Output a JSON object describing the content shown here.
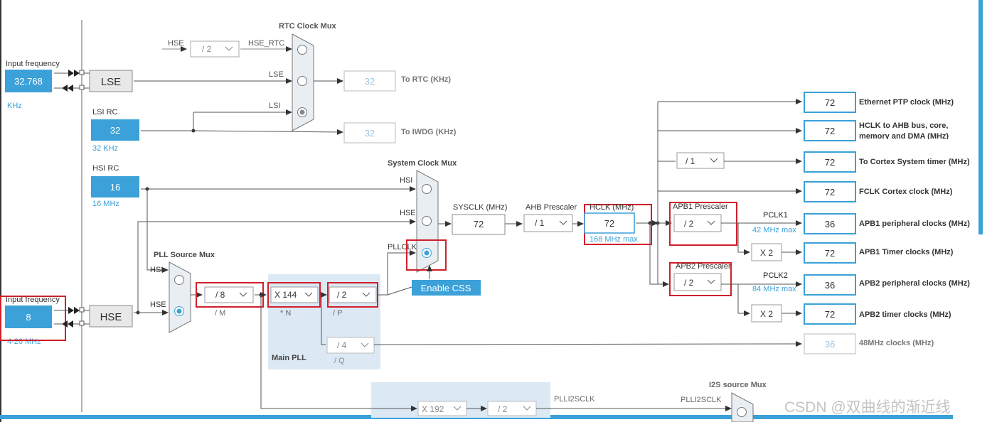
{
  "colors": {
    "accent": "#3ba1d8",
    "line": "#555555",
    "highlight": "#d01f2a",
    "panel": "#dce9f5",
    "mux_fill": "#e8eef2",
    "text_dark": "#333333"
  },
  "lse": {
    "freq_label": "Input frequency",
    "freq_value": "32.768",
    "unit": "KHz",
    "block": "LSE"
  },
  "lsi": {
    "title": "LSI RC",
    "value": "32",
    "unit": "32 KHz"
  },
  "hsi": {
    "title": "HSI RC",
    "value": "16",
    "unit": "16 MHz"
  },
  "hse": {
    "freq_label": "Input frequency",
    "freq_value": "8",
    "range": "4-26 MHz",
    "block": "HSE"
  },
  "rtc": {
    "mux_title": "RTC Clock Mux",
    "hse_label": "HSE",
    "div_value": "/ 2",
    "hse_rtc": "HSE_RTC",
    "lse_label": "LSE",
    "lsi_label": "LSI",
    "rtc_value": "32",
    "rtc_label": "To RTC (KHz)",
    "iwdg_value": "32",
    "iwdg_label": "To IWDG (KHz)"
  },
  "pll": {
    "source_mux_title": "PLL Source Mux",
    "hsi_label": "HSI",
    "hse_label": "HSE",
    "m_value": "/ 8",
    "m_label": "/ M",
    "n_value": "X 144",
    "n_label": "* N",
    "p_value": "/ 2",
    "p_label": "/ P",
    "q_value": "/ 4",
    "q_label": "/ Q",
    "main_label": "Main PLL"
  },
  "sysclk": {
    "mux_title": "System Clock Mux",
    "hsi_label": "HSI",
    "hse_label": "HSE",
    "pllclk_label": "PLLCLK",
    "enable_css": "Enable CSS",
    "sysclk_title": "SYSCLK (MHz)",
    "sysclk_value": "72",
    "ahb_title": "AHB Prescaler",
    "ahb_value": "/ 1",
    "hclk_title": "HCLK (MHz)",
    "hclk_value": "72",
    "hclk_max": "168 MHz max"
  },
  "apb": {
    "apb1_title": "APB1 Prescaler",
    "apb1_value": "/ 2",
    "pclk1": "PCLK1",
    "pclk1_max": "42 MHz max",
    "apb2_title": "APB2 Prescaler",
    "apb2_value": "/ 2",
    "pclk2": "PCLK2",
    "pclk2_max": "84 MHz max",
    "x2a": "X 2",
    "x2b": "X 2",
    "cortex_div": "/ 1"
  },
  "outputs": [
    {
      "value": "72",
      "label": "Ethernet PTP clock (MHz)"
    },
    {
      "value": "72",
      "label": "HCLK to AHB bus, core,",
      "label2": "memory and DMA (MHz)"
    },
    {
      "value": "72",
      "label": "To Cortex System timer (MHz)"
    },
    {
      "value": "72",
      "label": "FCLK Cortex clock (MHz)"
    },
    {
      "value": "36",
      "label": "APB1 peripheral clocks (MHz)"
    },
    {
      "value": "72",
      "label": "APB1 Timer clocks (MHz)"
    },
    {
      "value": "36",
      "label": "APB2 peripheral clocks (MHz)"
    },
    {
      "value": "72",
      "label": "APB2 timer clocks (MHz)"
    },
    {
      "value": "36",
      "label": "48MHz clocks (MHz)"
    }
  ],
  "i2s": {
    "mux_title": "I2S source Mux",
    "n_value": "X 192",
    "r_value": "/ 2",
    "plli2sclk": "PLLI2SCLK",
    "plli2sclk2": "PLLI2SCLK"
  },
  "watermark": "CSDN @双曲线的渐近线"
}
